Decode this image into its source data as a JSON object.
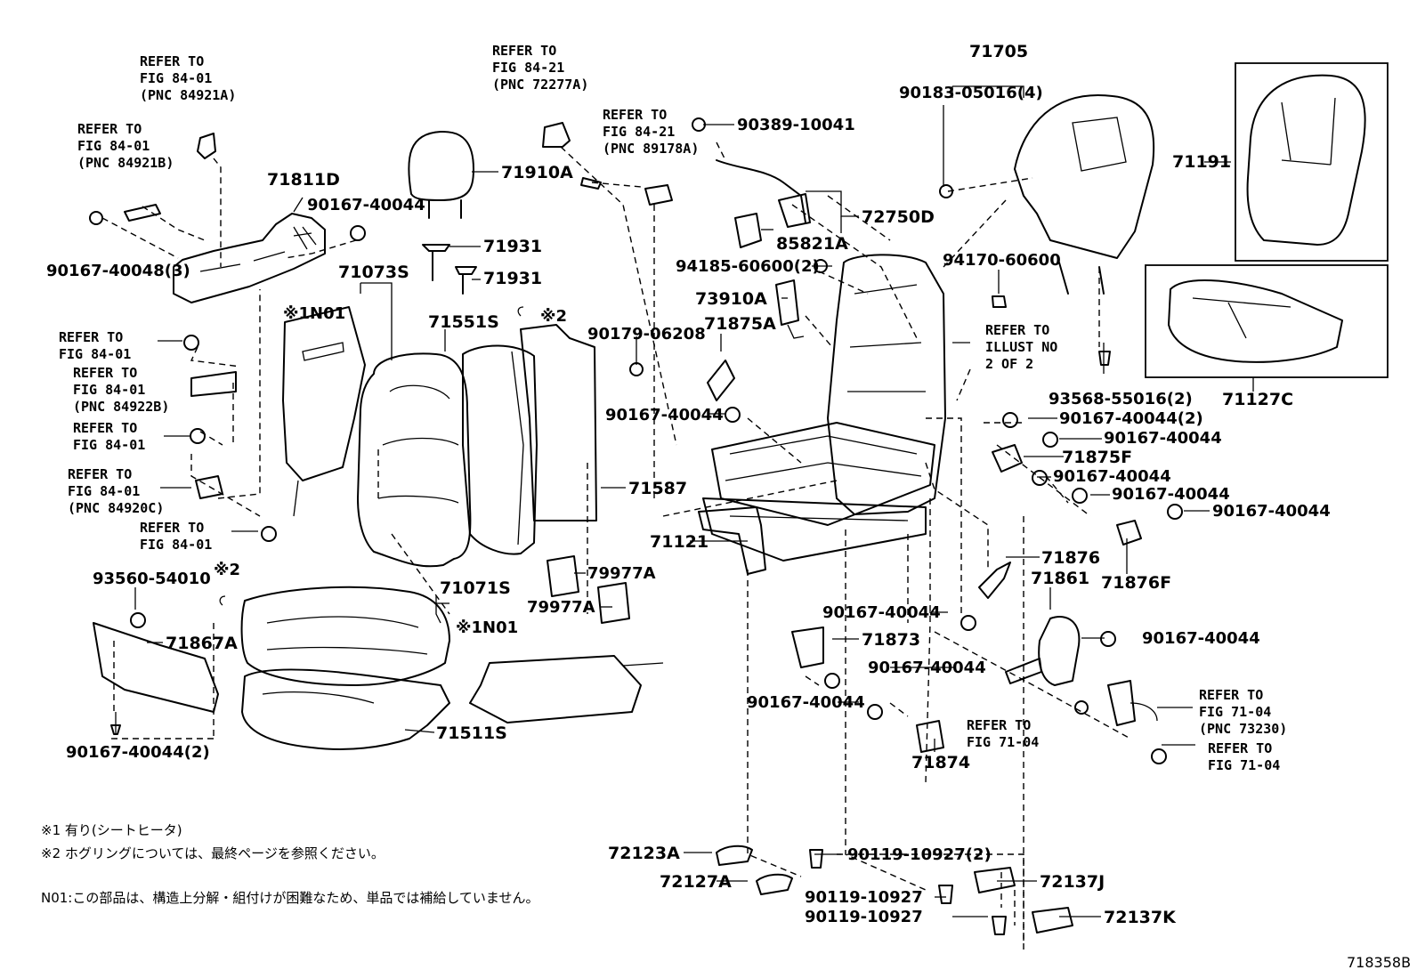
{
  "figure_id": "718358B",
  "notes": {
    "n1": "※1 有り(シートヒータ)",
    "n2": "※2  ホグリングについては、最終ページを参照ください。",
    "n3": "N01:この部品は、構造上分解・組付けが困難なため、単品では補給していません。"
  },
  "refs": {
    "r1": "REFER TO\nFIG 84-01\n(PNC 84921A)",
    "r2": "REFER TO\nFIG 84-01\n(PNC 84921B)",
    "r3": "REFER TO\nFIG 84-21\n(PNC 72277A)",
    "r4": "REFER TO\nFIG 84-21\n(PNC 89178A)",
    "r5": "REFER TO\nFIG 84-01",
    "r6": "REFER TO\nFIG 84-01\n(PNC 84922B)",
    "r7": "REFER TO\nFIG 84-01",
    "r8": "REFER TO\nFIG 84-01\n(PNC 84920C)",
    "r9": "REFER TO\nFIG 84-01",
    "r10": "REFER TO\nILLUST NO\n2 OF 2",
    "r11": "REFER TO\nFIG 71-04",
    "r12": "REFER TO\nFIG 71-04\n(PNC 73230)",
    "r13": "REFER TO\nFIG 71-04"
  },
  "parts": {
    "p71811D": "71811D",
    "p90167_40044_a": "90167-40044",
    "p90167_40048": "90167-40048(3)",
    "p71910A": "71910A",
    "p71931a": "71931",
    "p71931b": "71931",
    "p71073S": "71073S",
    "n01a": "※1N01",
    "p71551S": "71551S",
    "x2a": "※2",
    "p90389": "90389-10041",
    "p72750D": "72750D",
    "p85821A": "85821A",
    "p94185": "94185-60600(2)",
    "p73910A": "73910A",
    "p90179": "90179-06208",
    "p71875A": "71875A",
    "p90167_40044_b": "90167-40044",
    "p71705": "71705",
    "p90183": "90183-05016(4)",
    "p94170": "94170-60600",
    "p71191": "71191",
    "p71127C": "71127C",
    "p93568": "93568-55016(2)",
    "p90167_40044_2": "90167-40044(2)",
    "p90167_40044_c": "90167-40044",
    "p71875F": "71875F",
    "p90167_40044_d": "90167-40044",
    "p90167_40044_e": "90167-40044",
    "p90167_40044_f": "90167-40044",
    "p71876F": "71876F",
    "p71587": "71587",
    "p71121": "71121",
    "p71876": "71876",
    "p71861": "71861",
    "p79977A_a": "79977A",
    "p79977A_b": "79977A",
    "p93560": "93560-54010",
    "x2b": "※2",
    "p71071S": "71071S",
    "n01b": "※1N01",
    "p71867A": "71867A",
    "p90167_40044_3": "90167-40044(2)",
    "p71511S": "71511S",
    "p90167_40044_g": "90167-40044",
    "p71873": "71873",
    "p90167_40044_h": "90167-40044",
    "p90167_40044_i": "90167-40044",
    "p90167_40044_j": "90167-40044",
    "p71874": "71874",
    "p72123A": "72123A",
    "p72127A": "72127A",
    "p90119_2": "90119-10927(2)",
    "p90119_a": "90119-10927",
    "p90119_b": "90119-10927",
    "p72137J": "72137J",
    "p72137K": "72137K"
  }
}
